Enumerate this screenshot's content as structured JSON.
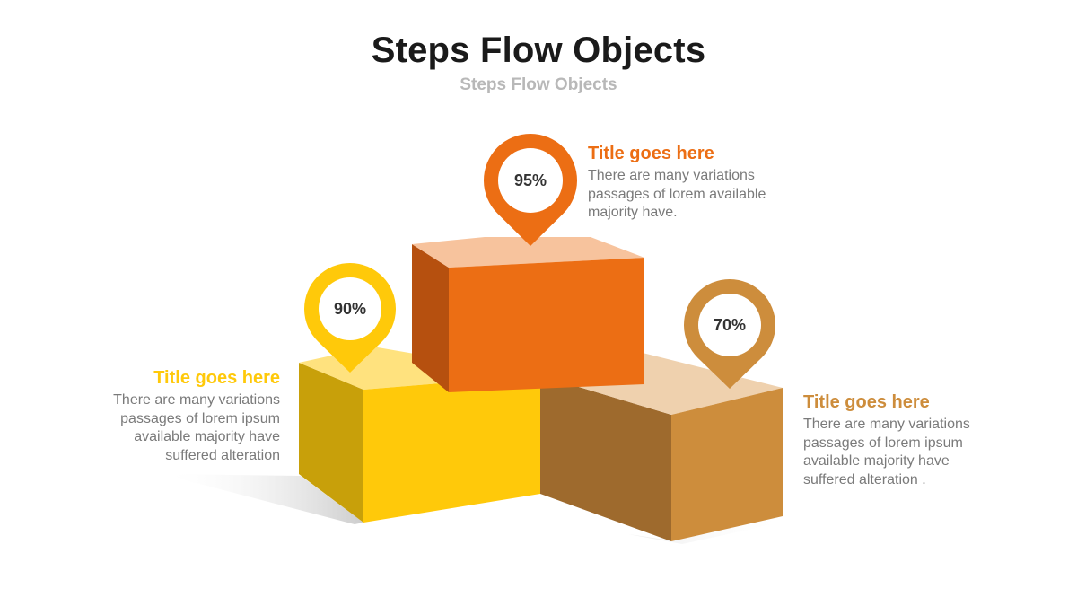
{
  "title": "Steps Flow Objects",
  "subtitle": "Steps Flow Objects",
  "colors": {
    "yellow": "#ffc90a",
    "orange": "#ec6e14",
    "brown": "#cd8d3c"
  },
  "steps": [
    {
      "id": "yellow",
      "percent": "90%",
      "title": "Title goes here",
      "lines": [
        "There are many variations",
        "passages of lorem ipsum",
        "available  majority have",
        "suffered alteration"
      ]
    },
    {
      "id": "orange",
      "percent": "95%",
      "title": "Title goes here",
      "lines": [
        "There are many variations",
        "passages of lorem available",
        "majority have."
      ]
    },
    {
      "id": "brown",
      "percent": "70%",
      "title": "Title goes here",
      "lines": [
        "There are many variations",
        "passages of lorem ipsum",
        "available  majority have",
        "suffered alteration ."
      ]
    }
  ]
}
